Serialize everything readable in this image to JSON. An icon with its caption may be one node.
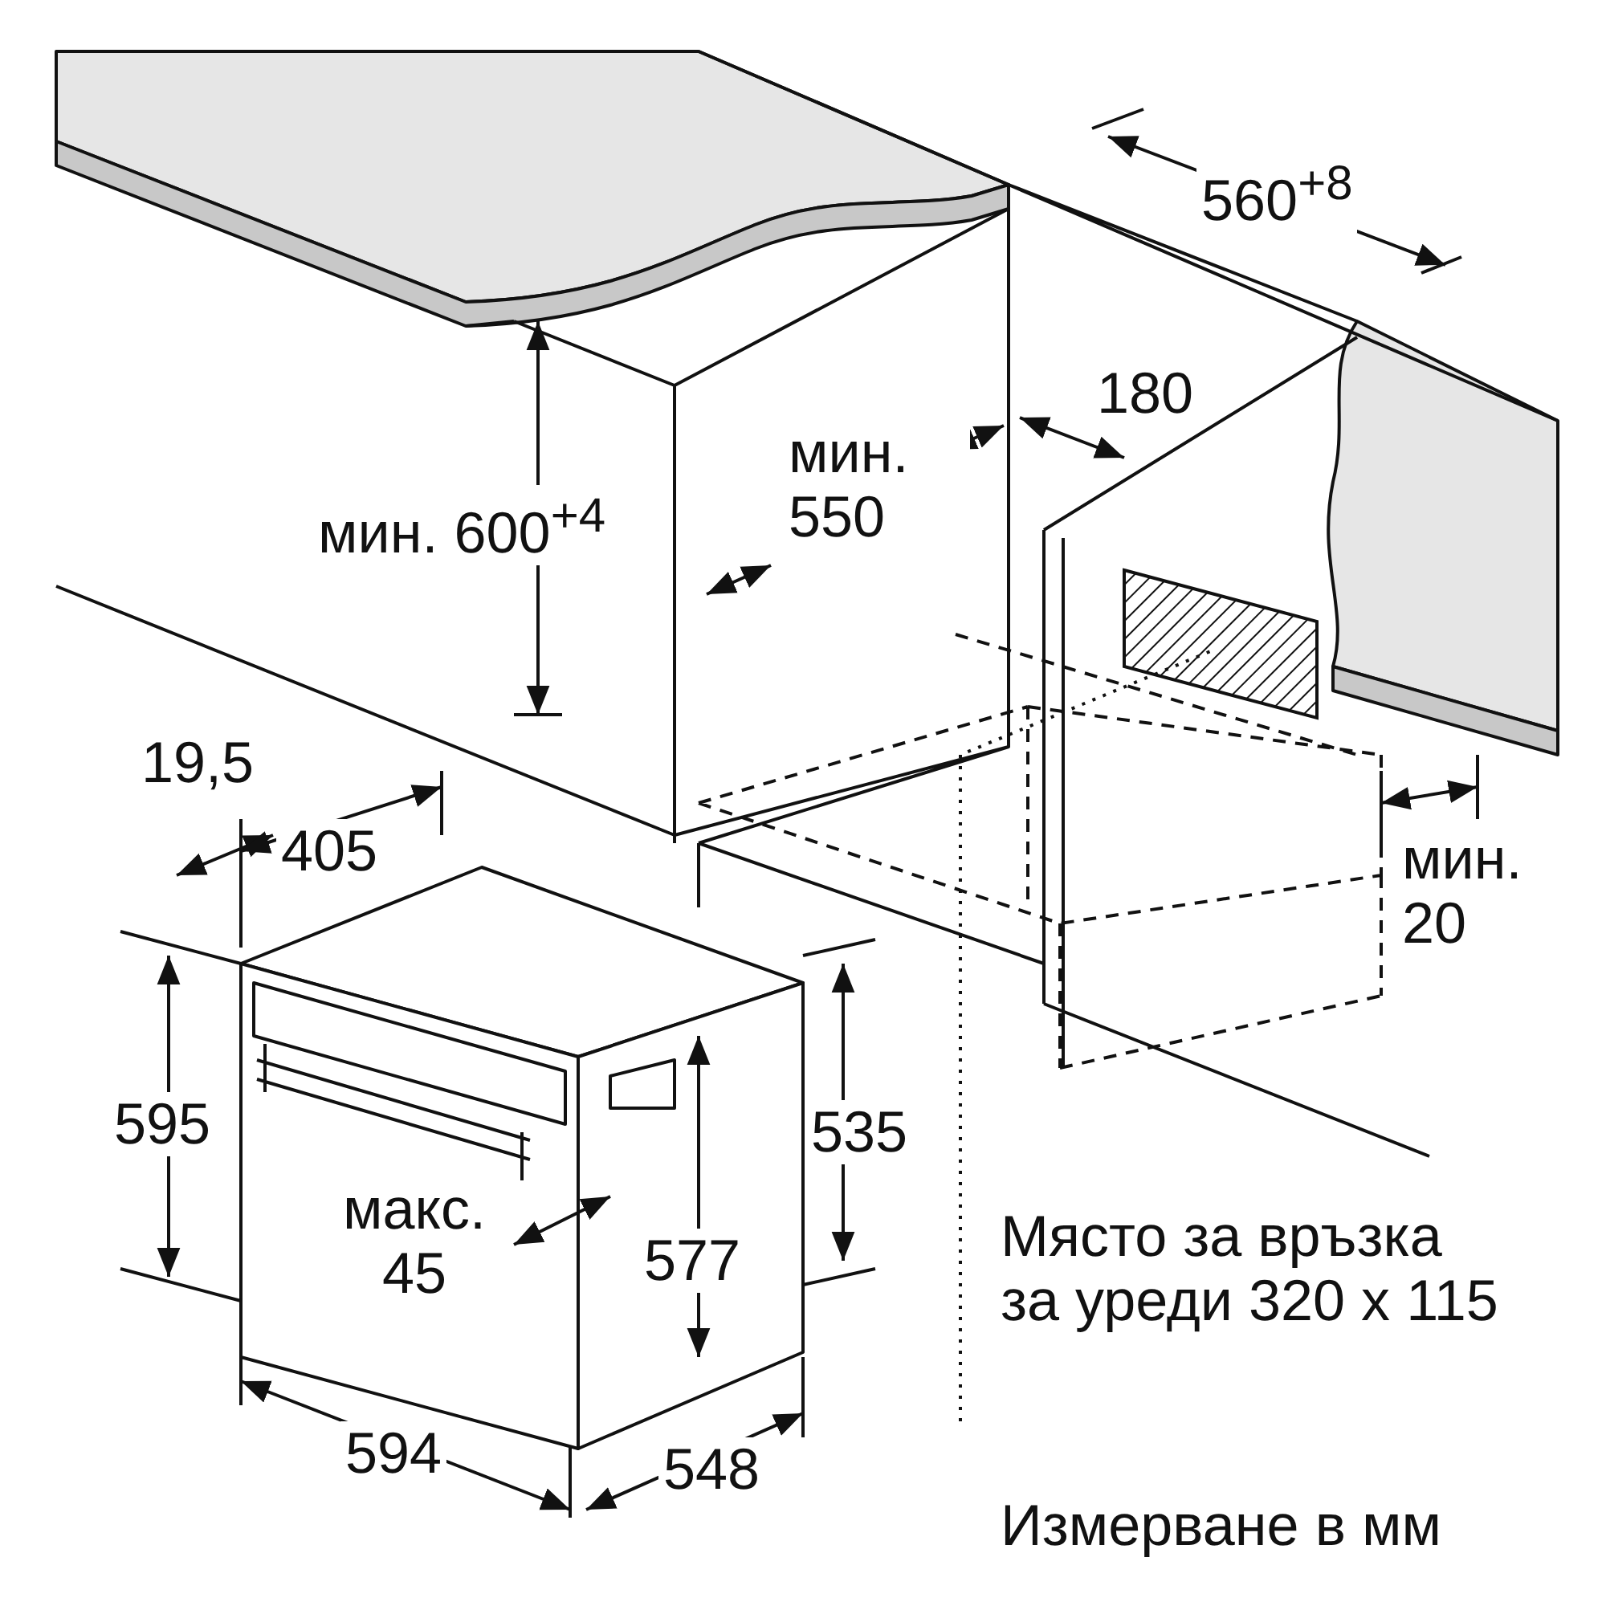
{
  "diagram": {
    "nodes": [
      {
        "text": [
          "Място за връзка за уреди 320 x 115"
        ]
      },
      {
        "text": [],
        "shape": "box"
      }
    ],
    "edges": [
      {
        "from": 0,
        "to": 1,
        "arrow": "none"
      }
    ],
    "labels": [
      "560$^{+8}$",
      "180",
      "мин. 550",
      "мин. 600$^{+4}$",
      "19,5",
      "405",
      "мин. 20",
      "595",
      "535",
      "577",
      "макс. 45",
      "594",
      "548",
      "Измерване в мм"
    ]
  }
}
